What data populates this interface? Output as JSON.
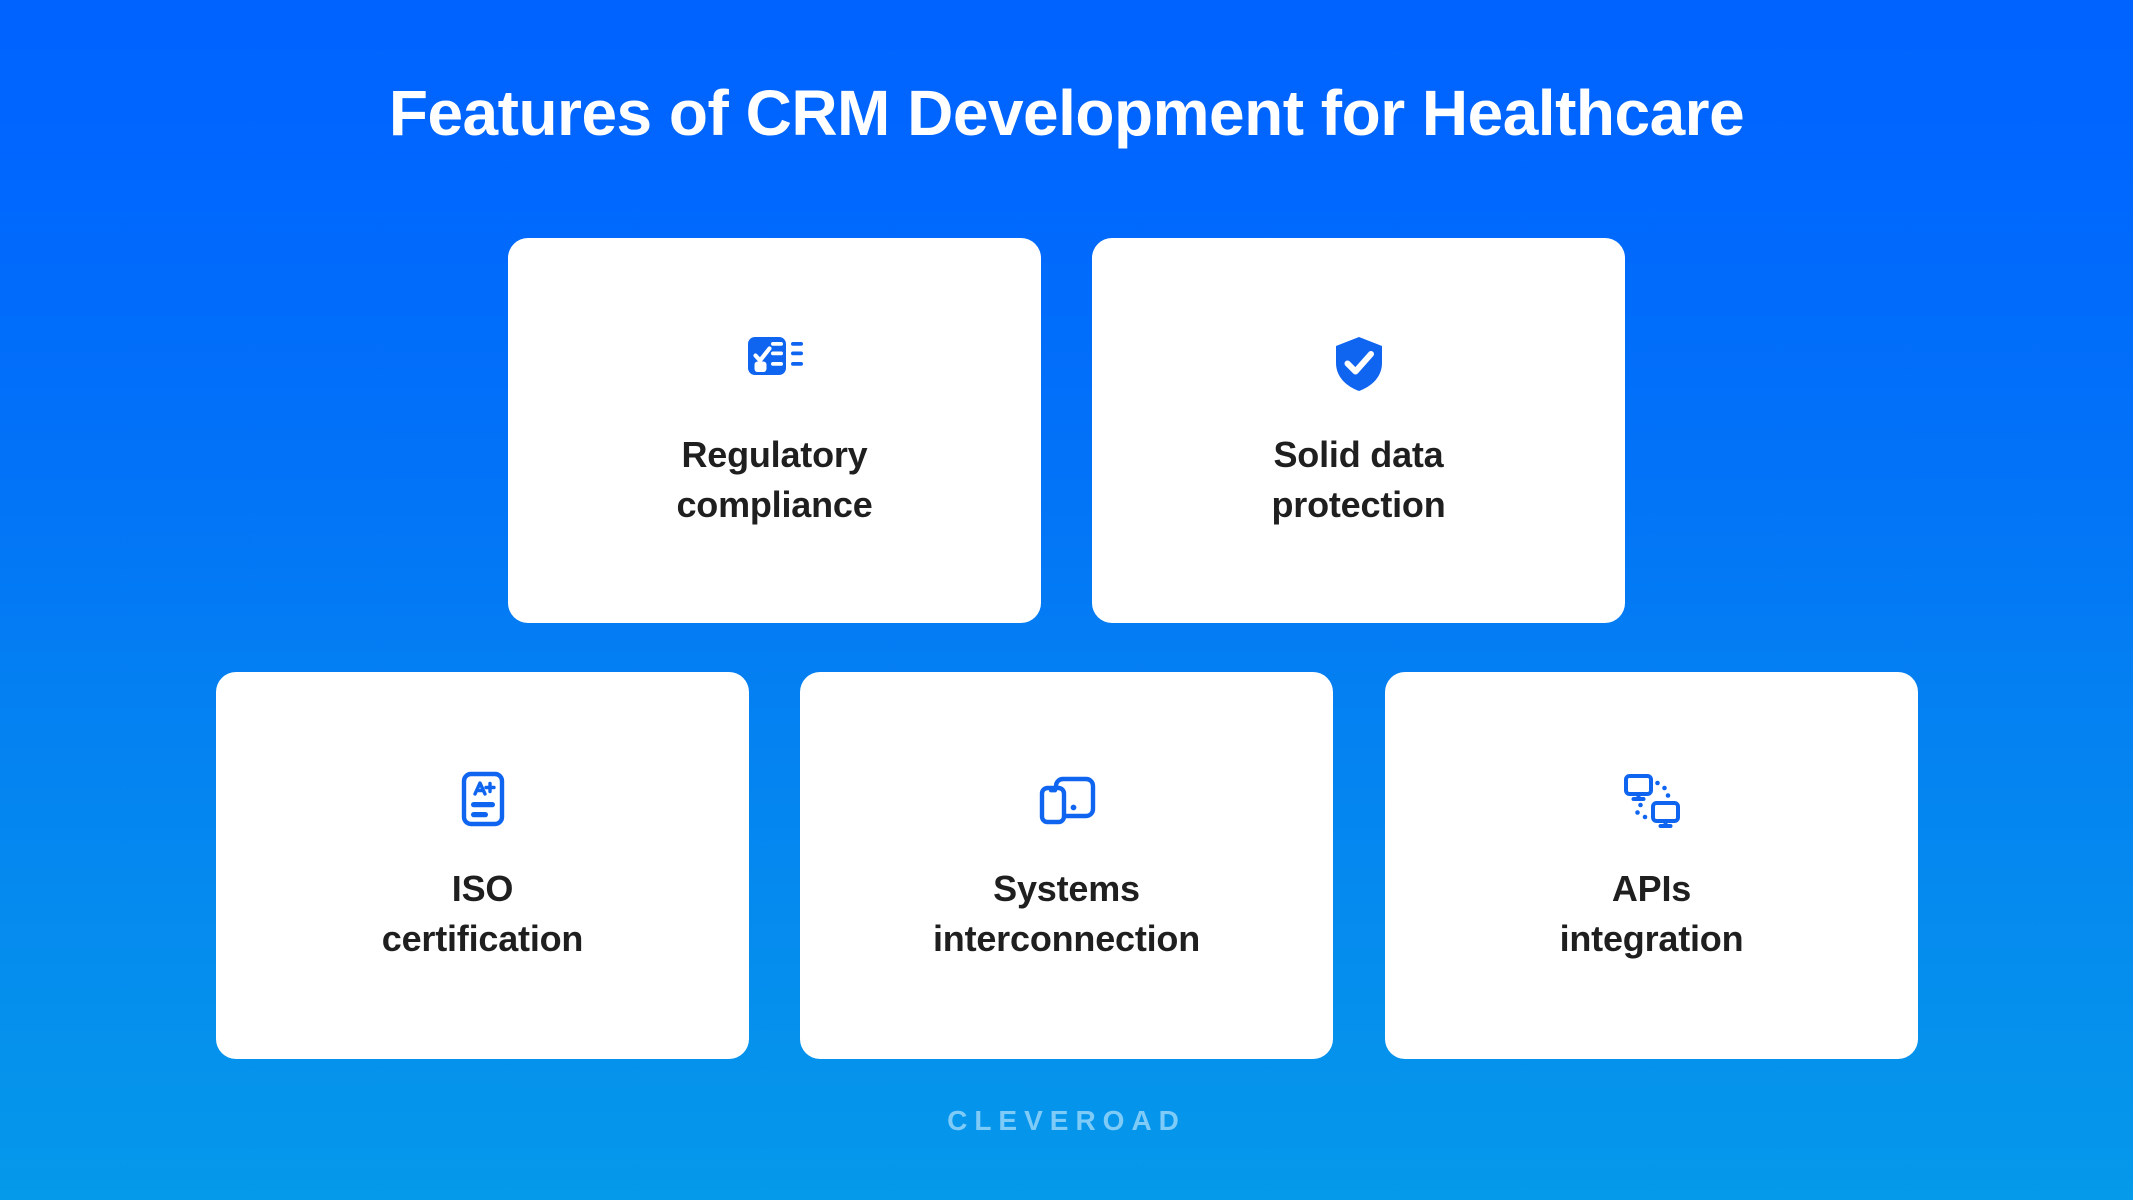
{
  "header": {
    "title": "Features of CRM Development for Healthcare"
  },
  "theme": {
    "background_top": "#0066FF",
    "background_bottom": "#0596EB",
    "card_background": "#FFFFFF",
    "icon_color": "#1065F0",
    "label_color": "#1F1F1F",
    "brand_color": "#7FCBF7"
  },
  "cards": [
    {
      "label": "Regulatory\ncompliance",
      "icon": "checklist-icon",
      "row": 1,
      "column": 1
    },
    {
      "label": "Solid data\nprotection",
      "icon": "shield-check-icon",
      "row": 1,
      "column": 2
    },
    {
      "label": "ISO\ncertification",
      "icon": "certificate-a-plus-icon",
      "row": 2,
      "column": 1
    },
    {
      "label": "Systems\ninterconnection",
      "icon": "phone-tablet-icon",
      "row": 2,
      "column": 2
    },
    {
      "label": "APIs\nintegration",
      "icon": "connected-monitors-icon",
      "row": 2,
      "column": 3
    }
  ],
  "footer": {
    "brand": "CLEVEROAD"
  }
}
